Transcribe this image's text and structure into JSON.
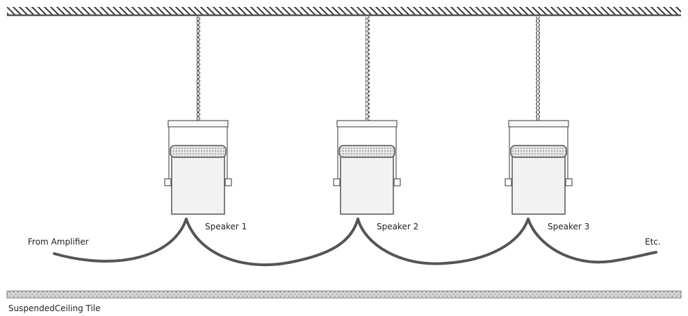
{
  "labels": {
    "speaker_1": "Speaker 1",
    "speaker_2": "Speaker 2",
    "speaker_3": "Speaker 3",
    "source": "From Amplifier",
    "continuation": "Etc.",
    "ceiling_tile": "SuspendedCeiling Tile"
  },
  "colors": {
    "line": "#555555",
    "speaker_fill": "#f2f2f2",
    "grille": "#bbbbbb",
    "cable": "#555555",
    "tile_pattern": "#888888"
  }
}
